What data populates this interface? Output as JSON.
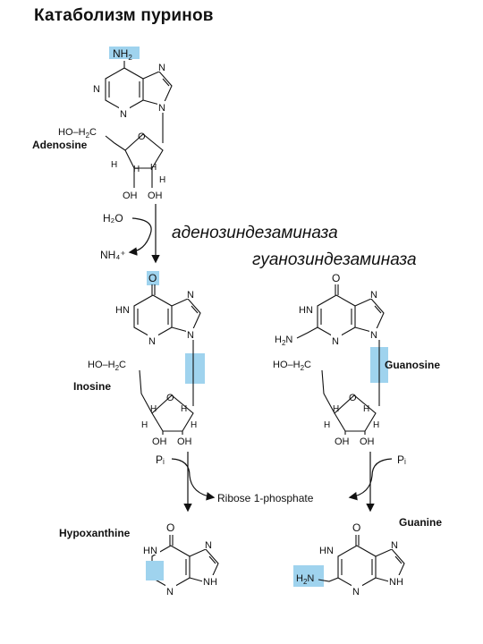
{
  "title": "Катаболизм пуринов",
  "enzymes": {
    "adenosine_deaminase": "аденозиндезаминаза",
    "guanosine_deaminase": "гуанозиндезаминаза"
  },
  "labels": {
    "adenosine": "Adenosine",
    "inosine": "Inosine",
    "guanosine": "Guanosine",
    "hypoxanthine": "Hypoxanthine",
    "guanine": "Guanine",
    "ribose_1_phosphate": "Ribose 1-phosphate"
  },
  "reagents": {
    "h2o": "H₂O",
    "nh4": "NH₄⁺",
    "pi_left": "Pᵢ",
    "pi_right": "Pᵢ"
  },
  "colors": {
    "highlight": "#9fd3ee",
    "ink": "#111111"
  }
}
